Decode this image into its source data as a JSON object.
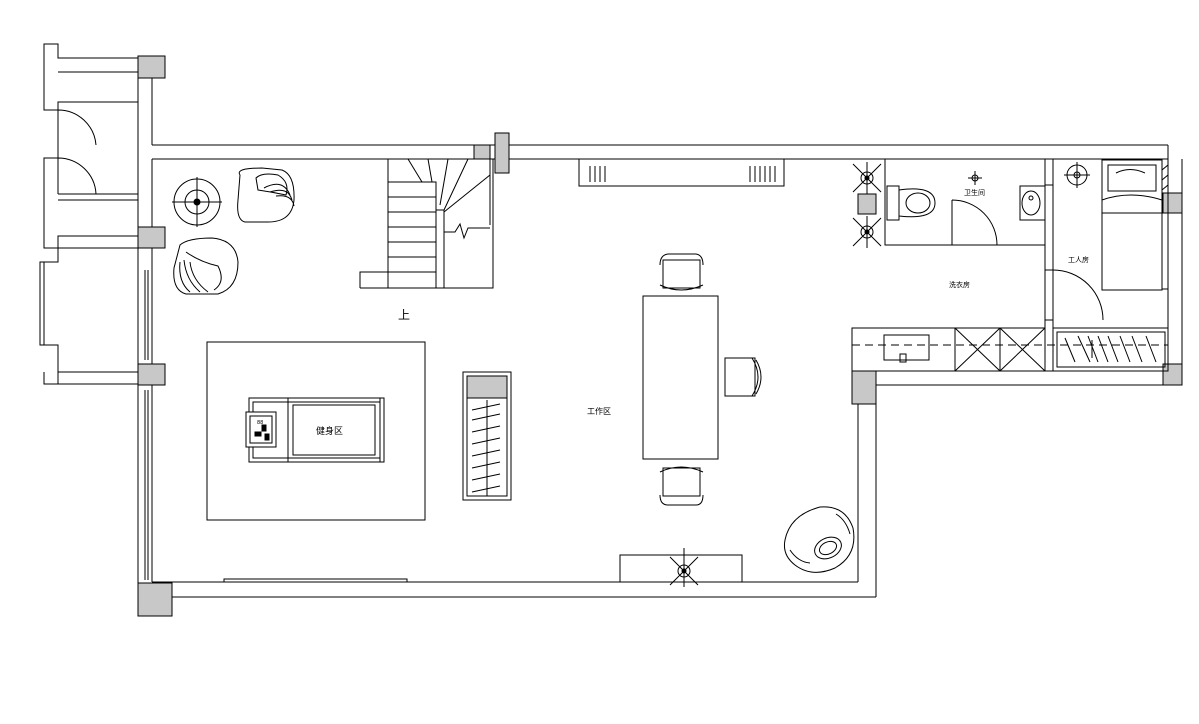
{
  "floorplan": {
    "labels": {
      "stairs_up": "上",
      "fitness_area": "健身区",
      "work_area": "工作区",
      "bathroom": "卫生间",
      "laundry": "洗衣房",
      "maid_room": "工人房",
      "treadmill_display": "88"
    },
    "colors": {
      "line": "#000000",
      "column": "#c8c8c8",
      "background": "#ffffff"
    }
  }
}
